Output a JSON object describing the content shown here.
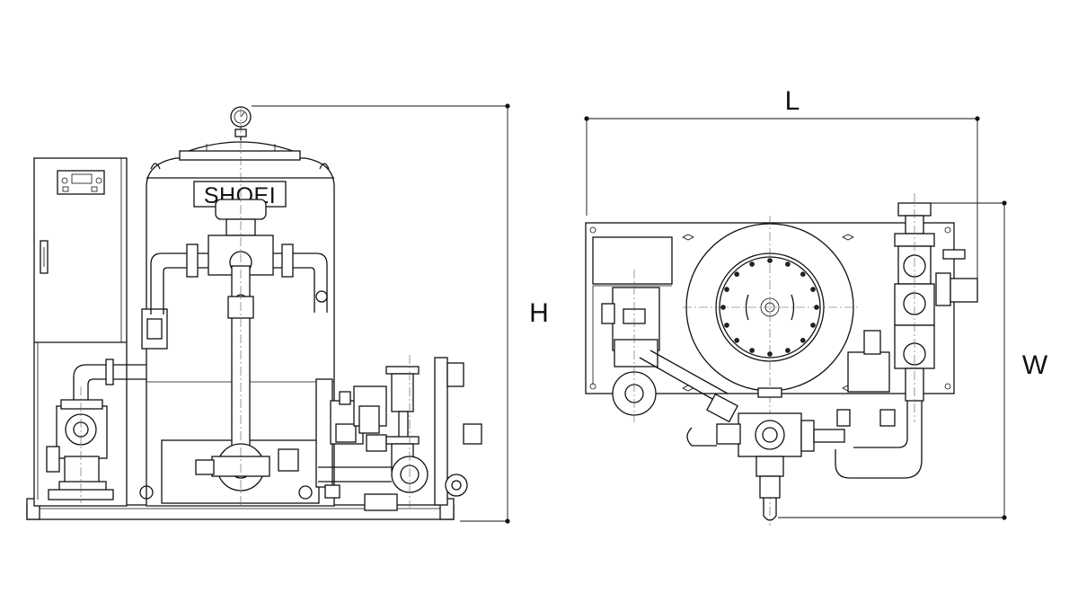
{
  "brand_plate": "SHOEI",
  "dimensions": {
    "height": "H",
    "length": "L",
    "width": "W"
  },
  "views": {
    "front": "front-elevation",
    "top": "plan-view"
  }
}
